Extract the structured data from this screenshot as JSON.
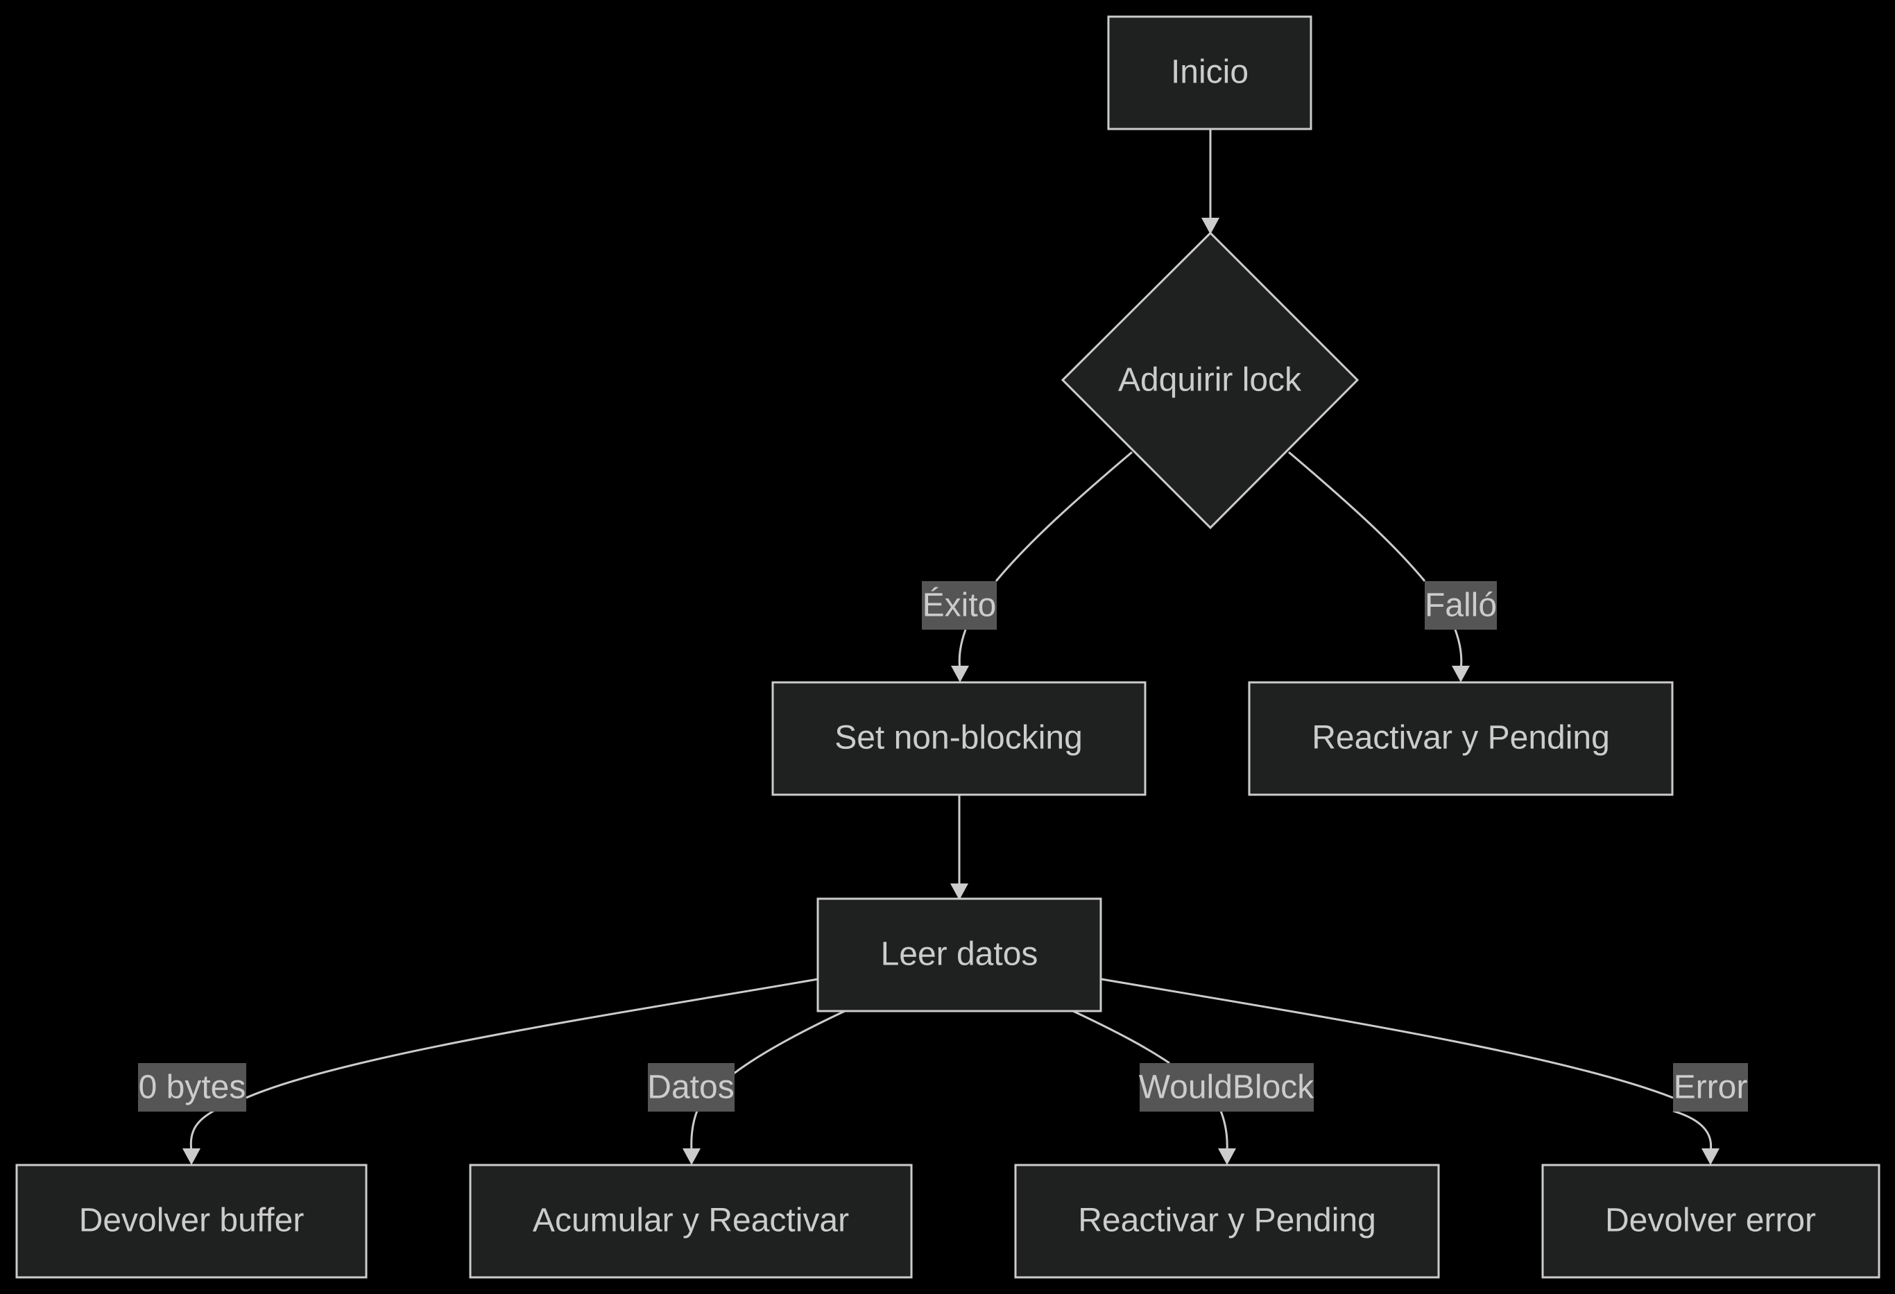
{
  "colors": {
    "background": "#000000",
    "node_fill": "#1f2020",
    "node_stroke": "#cccccc",
    "text": "#cccccc",
    "edge_label_bg": "#555555"
  },
  "nodes": {
    "inicio": "Inicio",
    "adquirir_lock": "Adquirir lock",
    "set_non_blocking": "Set non-blocking",
    "reactivar_pending_1": "Reactivar y Pending",
    "leer_datos": "Leer datos",
    "devolver_buffer": "Devolver buffer",
    "acumular_reactivar": "Acumular y Reactivar",
    "reactivar_pending_2": "Reactivar y Pending",
    "devolver_error": "Devolver error"
  },
  "edges": {
    "exito": "Éxito",
    "fallo": "Falló",
    "cero_bytes": "0 bytes",
    "datos": "Datos",
    "wouldblock": "WouldBlock",
    "error": "Error"
  }
}
